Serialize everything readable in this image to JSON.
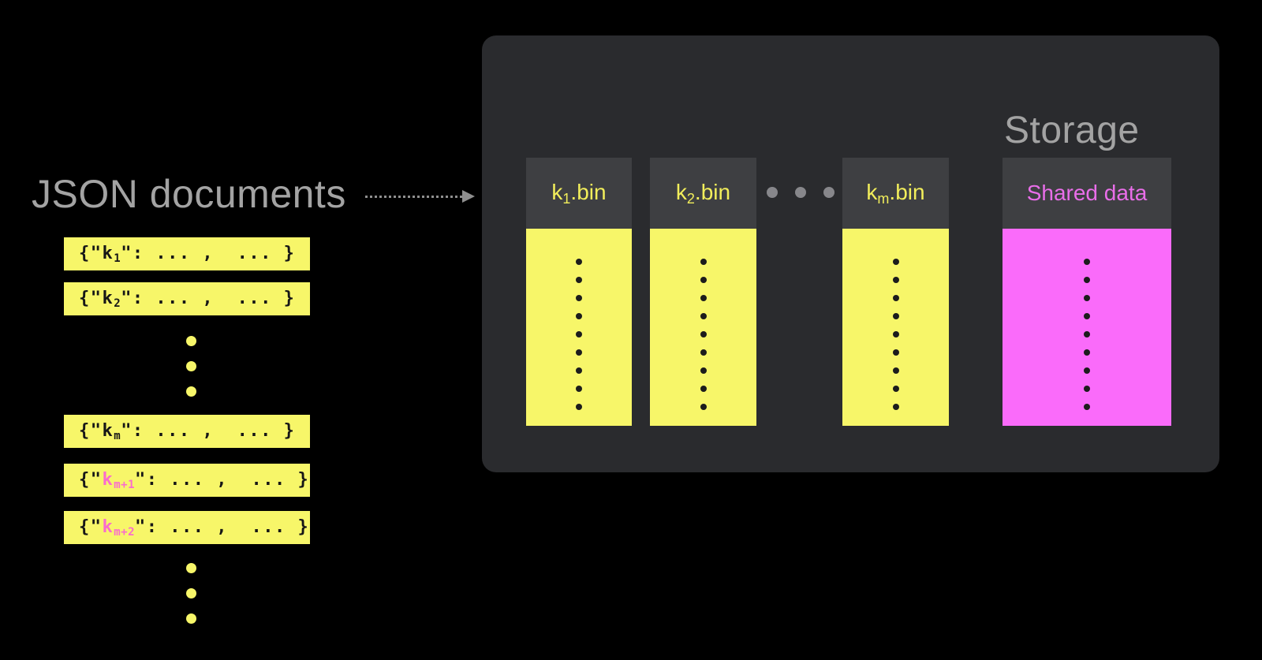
{
  "colors": {
    "background": "#000000",
    "panel": "#2a2b2e",
    "file_header": "#3e3f42",
    "yellow": "#f7f669",
    "yellow_label": "#f2ee5b",
    "magenta": "#fa6bfa",
    "magenta_label": "#e96ee9",
    "pink_key": "#fa6ccd",
    "gray_text": "#a3a3a3",
    "arrow": "#8f8f8f",
    "dot_dark": "#1c1c1c"
  },
  "left": {
    "title": "JSON documents",
    "bars": [
      {
        "prefix": "{\"",
        "key": "k",
        "sub": "1",
        "suffix": "\": ... ,  ... }"
      },
      {
        "prefix": "{\"",
        "key": "k",
        "sub": "2",
        "suffix": "\": ... ,  ... }"
      },
      {
        "prefix": "{\"",
        "key": "k",
        "sub": "m",
        "suffix": "\": ... ,  ... }"
      },
      {
        "prefix": "{\"",
        "key": "k",
        "sub": "m+1",
        "suffix": "\": ... ,  ... }"
      },
      {
        "prefix": "{\"",
        "key": "k",
        "sub": "m+2",
        "suffix": "\": ... ,  ... }"
      }
    ]
  },
  "storage": {
    "title": "Storage",
    "files": [
      {
        "base": "k",
        "sub": "1",
        "ext": ".bin"
      },
      {
        "base": "k",
        "sub": "2",
        "ext": ".bin"
      },
      {
        "base": "k",
        "sub": "m",
        "ext": ".bin"
      },
      {
        "label": "Shared data"
      }
    ]
  }
}
